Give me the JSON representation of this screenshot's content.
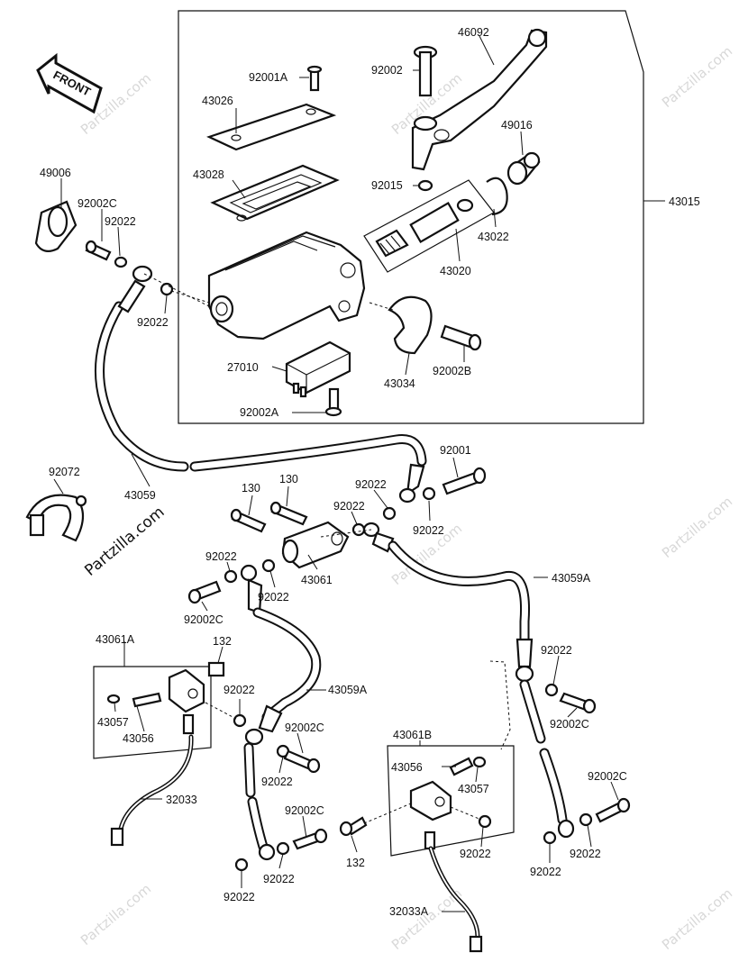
{
  "front_label": "FRONT",
  "watermark": "Partzilla.com",
  "labels": {
    "p46092": "46092",
    "p92002": "92002",
    "p92001A": "92001A",
    "p43026": "43026",
    "p49016": "49016",
    "p43028": "43028",
    "p92015": "92015",
    "p43015": "43015",
    "p43022": "43022",
    "p43020": "43020",
    "p49006": "49006",
    "p92002C_a": "92002C",
    "p92022_a": "92022",
    "p92022_b": "92022",
    "p27010": "27010",
    "p43034": "43034",
    "p92002B": "92002B",
    "p92002A": "92002A",
    "p43059": "43059",
    "p92072": "92072",
    "p130_a": "130",
    "p130_b": "130",
    "p92001": "92001",
    "p92022_c": "92022",
    "p92022_d": "92022",
    "p92022_e": "92022",
    "p43061": "43061",
    "p92022_f": "92022",
    "p92022_g": "92022",
    "p92002C_b": "92002C",
    "p43059A_a": "43059A",
    "p43061A": "43061A",
    "p132_a": "132",
    "p43057_a": "43057",
    "p43056_a": "43056",
    "p92022_h": "92022",
    "p43059A_b": "43059A",
    "p92002C_c": "92002C",
    "p92022_i": "92022",
    "p32033": "32033",
    "p92002C_d": "92002C",
    "p92022_j": "92022",
    "p92022_k": "92022",
    "p92022_l": "92022",
    "p92002C_e": "92002C",
    "p43061B": "43061B",
    "p43056_b": "43056",
    "p43057_b": "43057",
    "p132_b": "132",
    "p92022_m": "92022",
    "p92002C_f": "92002C",
    "p92022_n": "92022",
    "p92022_o": "92022",
    "p32033A": "32033A"
  }
}
